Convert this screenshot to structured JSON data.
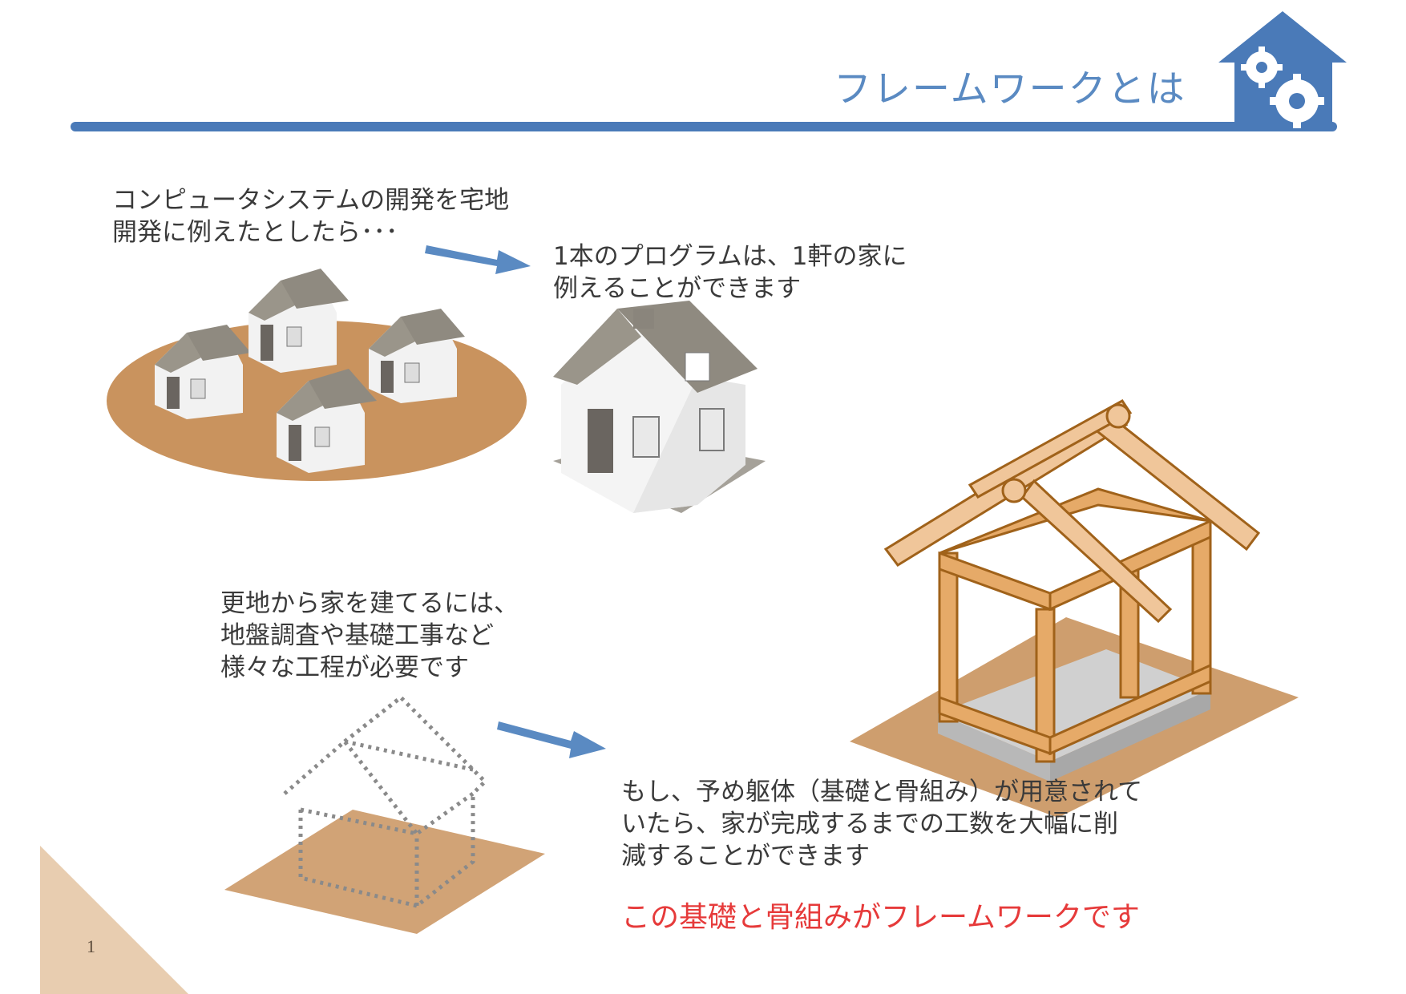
{
  "header": {
    "title": "フレームワークとは",
    "accent_color": "#4a7ab8"
  },
  "intro": {
    "line1": "コンピュータシステムの開発を宅地",
    "line2": "開発に例えたとしたら･･･"
  },
  "program_text": {
    "line1": "1本のプログラムは、1軒の家に",
    "line2": "例えることができます"
  },
  "land_text": {
    "line1": "更地から家を建てるには、",
    "line2": "地盤調査や基礎工事など",
    "line3": "様々な工程が必要です"
  },
  "frame_text": {
    "line1": "もし、予め躯体（基礎と骨組み）が用意されて",
    "line2": "いたら、家が完成するまでの工数を大幅に削",
    "line3": "減することができます"
  },
  "conclusion": {
    "text": "この基礎と骨組みがフレームワークです",
    "color": "#e63a3a"
  },
  "footer": {
    "page_number": "1"
  },
  "icons": [
    "house-gear-icon",
    "houses-cluster-illustration",
    "house-illustration",
    "dotted-house-outline-illustration",
    "timber-frame-illustration",
    "arrow-right-icon"
  ]
}
